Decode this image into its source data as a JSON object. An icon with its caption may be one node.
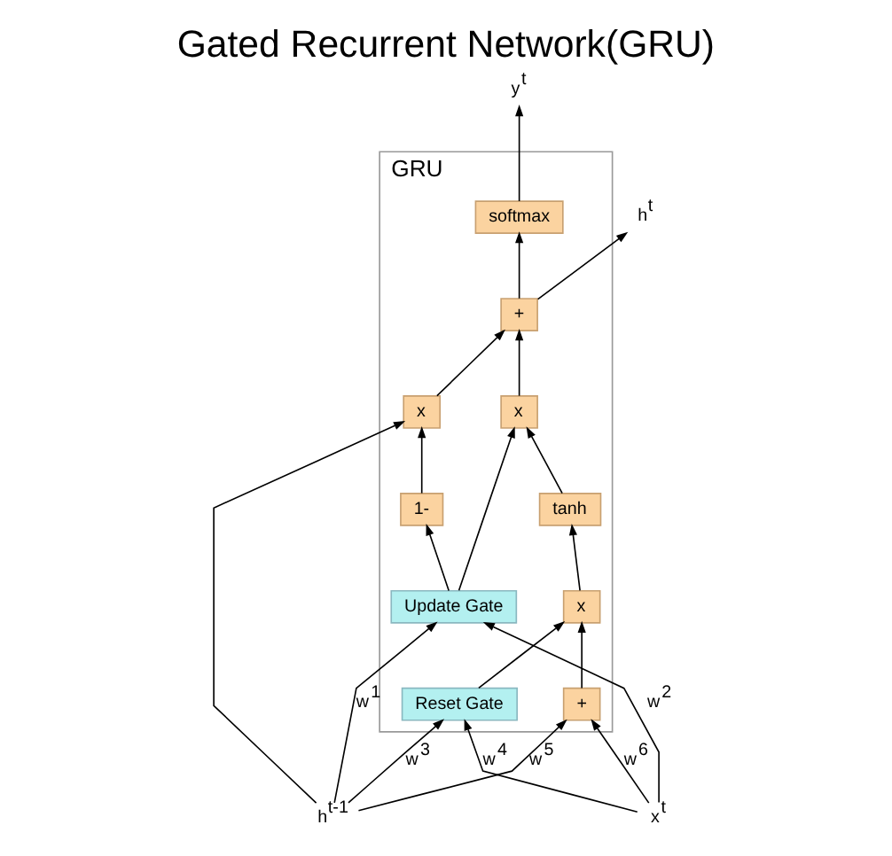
{
  "diagram": {
    "title": "Gated Recurrent Network(GRU)",
    "nodes": [
      {
        "text": [
          "GRU"
        ]
      },
      {
        "text": [
          "x"
        ],
        "in": 0
      },
      {
        "text": [
          "1-"
        ],
        "in": 0
      },
      {
        "text": [
          "+"
        ],
        "in": 0
      },
      {
        "text": [
          "x"
        ],
        "in": 0
      },
      {
        "text": [
          "tanh"
        ],
        "in": 0
      },
      {
        "text": [
          "softmax"
        ],
        "in": 0
      },
      {
        "text": [
          "Update Gate"
        ],
        "in": 0
      },
      {
        "text": [
          "Reset Gate"
        ],
        "in": 0
      },
      {
        "text": [
          "x"
        ],
        "in": 0
      },
      {
        "text": [
          "+"
        ],
        "in": 0
      },
      {
        "text": [
          "h$^{t-1}$"
        ]
      },
      {
        "text": [
          "x$^{t}$"
        ]
      },
      {
        "text": [
          "y$^{t}$"
        ]
      },
      {
        "text": [
          "h$^{t}$"
        ]
      }
    ],
    "edges": [
      {
        "from": 11,
        "to": 1,
        "arrow": "to"
      },
      {
        "from": 11,
        "to": 7,
        "arrow": "to",
        "label": "w$^{1}$"
      },
      {
        "from": 12,
        "to": 7,
        "arrow": "to",
        "label": "w$^{2}$"
      },
      {
        "from": 11,
        "to": 8,
        "arrow": "to",
        "label": "w$^{3}$"
      },
      {
        "from": 12,
        "to": 8,
        "arrow": "to",
        "label": "w$^{4}$"
      },
      {
        "from": 11,
        "to": 10,
        "arrow": "to",
        "label": "w$^{5}$"
      },
      {
        "from": 12,
        "to": 10,
        "arrow": "to",
        "label": "w$^{6}$"
      },
      {
        "from": 7,
        "to": 2,
        "arrow": "to"
      },
      {
        "from": 7,
        "to": 4,
        "arrow": "to"
      },
      {
        "from": 2,
        "to": 1,
        "arrow": "to"
      },
      {
        "from": 1,
        "to": 3,
        "arrow": "to"
      },
      {
        "from": 4,
        "to": 3,
        "arrow": "to"
      },
      {
        "from": 5,
        "to": 4,
        "arrow": "to"
      },
      {
        "from": 9,
        "to": 5,
        "arrow": "to"
      },
      {
        "from": 10,
        "to": 9,
        "arrow": "to"
      },
      {
        "from": 8,
        "to": 9,
        "arrow": "to"
      },
      {
        "from": 3,
        "to": 6,
        "arrow": "to"
      },
      {
        "from": 6,
        "to": 13,
        "arrow": "to"
      },
      {
        "from": 3,
        "to": 14,
        "arrow": "to"
      }
    ]
  }
}
